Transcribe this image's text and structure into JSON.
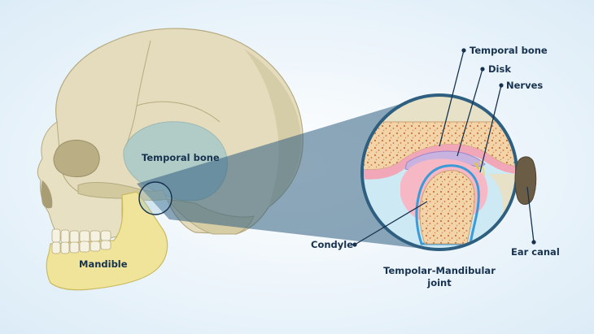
{
  "labels": {
    "temporal_bone_skull": "Temporal bone",
    "mandible": "Mandible",
    "temporal_bone_detail": "Temporal bone",
    "disk": "Disk",
    "nerves": "Nerves",
    "condyle": "Condyle",
    "ear_canal": "Ear canal",
    "joint_line1": "Tempolar-Mandibular",
    "joint_line2": "joint"
  },
  "colors": {
    "background": "#eaf4fb",
    "skull": "#e4dcbd",
    "skull_shadow": "#c9bf98",
    "temporal_region": "#a9c9c9",
    "mandible": "#efe49a",
    "zoom_beam": "#2f5f80",
    "bone_spongy": "#f3d3a8",
    "bone_dots": "#c8743b",
    "cartilage": "#f2a7b8",
    "disk": "#c8b3e0",
    "fluid": "#cde9f4",
    "label_text": "#17324f"
  }
}
